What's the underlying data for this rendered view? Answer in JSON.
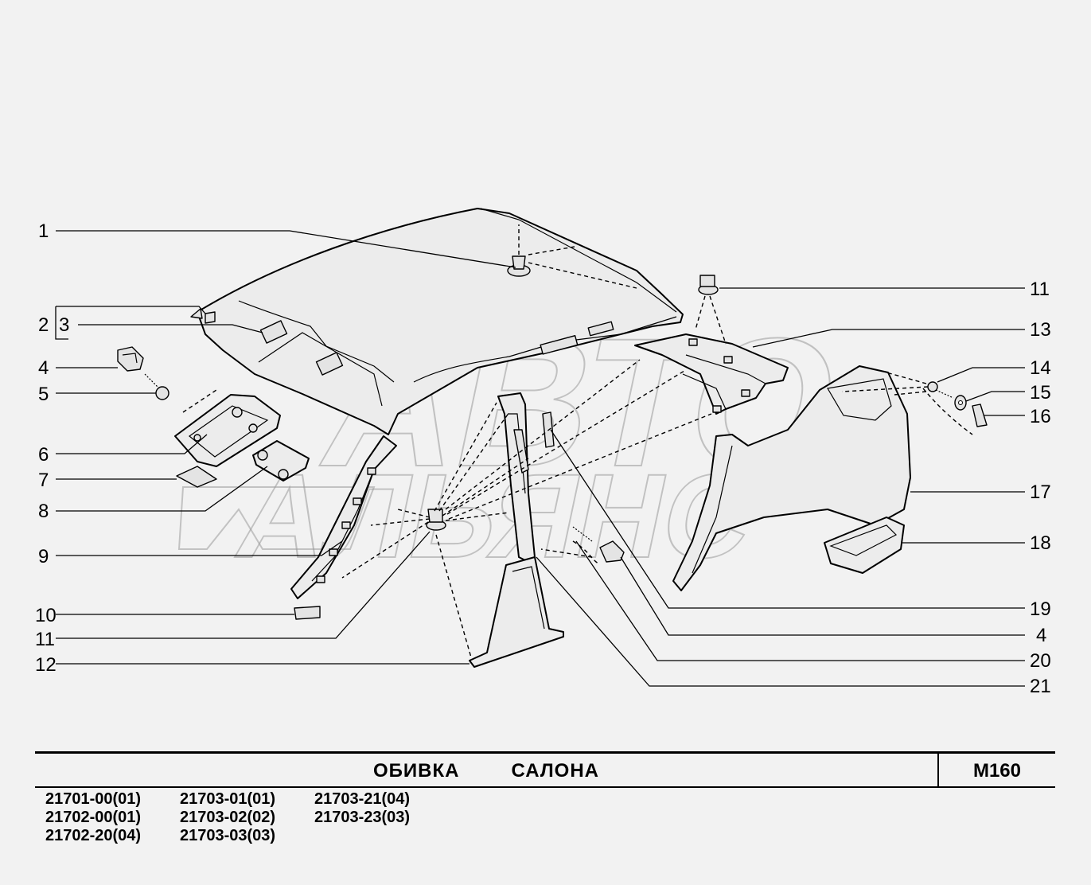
{
  "drawing": {
    "title": "ОБИВКА   САЛОНА",
    "code": "M160"
  },
  "watermark": {
    "line1": "АВТО",
    "line2": "АЛЬЯНС"
  },
  "callouts_left": [
    "1",
    "2",
    "3",
    "4",
    "5",
    "6",
    "7",
    "8",
    "9",
    "10",
    "11",
    "12"
  ],
  "callouts_right": [
    "11",
    "13",
    "14",
    "15",
    "16",
    "17",
    "18",
    "19",
    "4",
    "20",
    "21"
  ],
  "models": [
    [
      "21701-00(01)",
      "21702-00(01)",
      "21702-20(04)"
    ],
    [
      "21703-01(01)",
      "21703-02(02)",
      "21703-03(03)"
    ],
    [
      "21703-21(04)",
      "21703-23(03)"
    ]
  ]
}
